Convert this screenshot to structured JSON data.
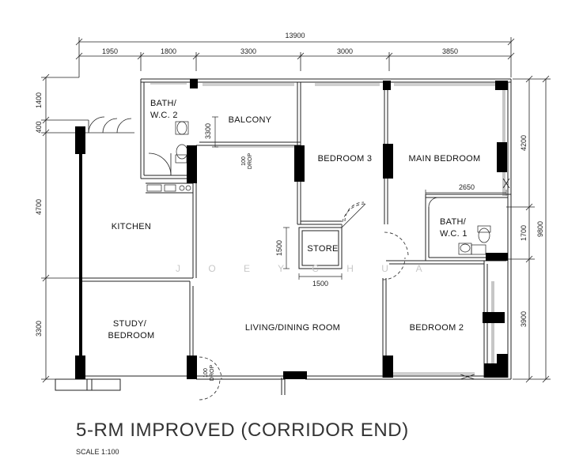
{
  "plan": {
    "title": "5-RM IMPROVED (CORRIDOR END)",
    "scale": "SCALE 1:100",
    "watermark": "J O E Y C H U A"
  },
  "dimensions": {
    "overall_width": "13900",
    "top_segments": [
      "1950",
      "1800",
      "3300",
      "3000",
      "3850"
    ],
    "left_segments": [
      "1400",
      "400",
      "4700",
      "3300"
    ],
    "right_segments": [
      "4200",
      "1700",
      "3900"
    ],
    "right_total": "9800",
    "balcony_depth": "3300",
    "store_width": "1500",
    "store_depth": "1500",
    "bath_wc1_width": "2650"
  },
  "rooms": {
    "bath_wc2": [
      "BATH/",
      "W.C. 2"
    ],
    "balcony": "BALCONY",
    "bedroom3": "BEDROOM 3",
    "main_bedroom": "MAIN BEDROOM",
    "kitchen": "KITCHEN",
    "bath_wc1": [
      "BATH/",
      "W.C. 1"
    ],
    "store": "STORE",
    "study_bedroom": [
      "STUDY/",
      "BEDROOM"
    ],
    "living_dining": "LIVING/DINING ROOM",
    "bedroom2": "BEDROOM 2"
  },
  "annotations": {
    "drop_balcony": [
      "100",
      "DROP"
    ],
    "drop_entrance": [
      "100",
      "DROP"
    ]
  }
}
